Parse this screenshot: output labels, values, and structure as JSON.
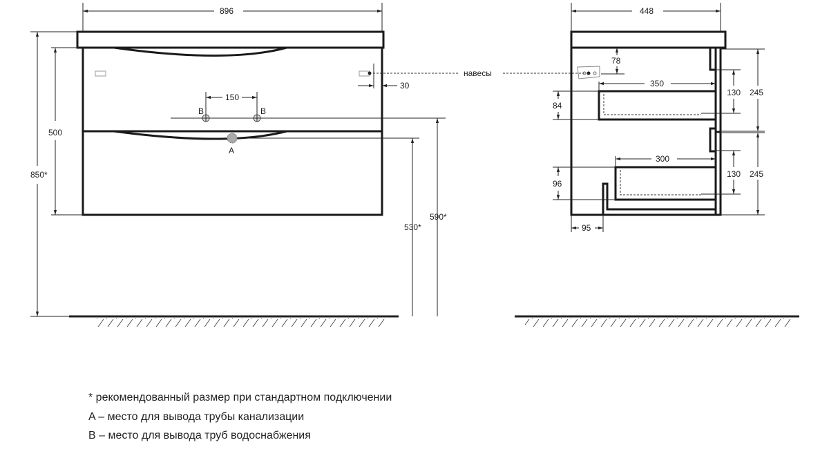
{
  "front_view": {
    "width": "896",
    "height_total": "850*",
    "height_body": "500",
    "supply_height": "590*",
    "drain_height": "530*",
    "supply_spacing": "150",
    "hinge_offset": "30",
    "label_supply": "B",
    "label_drain": "A",
    "label_hinges": "навесы"
  },
  "side_view": {
    "depth": "448",
    "hinge_height": "78",
    "drawer1_depth": "350",
    "drawer1_height": "84",
    "drawer1_front_inner": "130",
    "drawer1_front": "245",
    "drawer2_depth": "300",
    "drawer2_height": "96",
    "drawer2_front_inner": "130",
    "drawer2_front": "245",
    "cutout_width": "95"
  },
  "notes": [
    "* рекомендованный размер при стандартном подключении",
    "A – место для вывода трубы канализации",
    "B – место для вывода труб водоснабжения"
  ]
}
